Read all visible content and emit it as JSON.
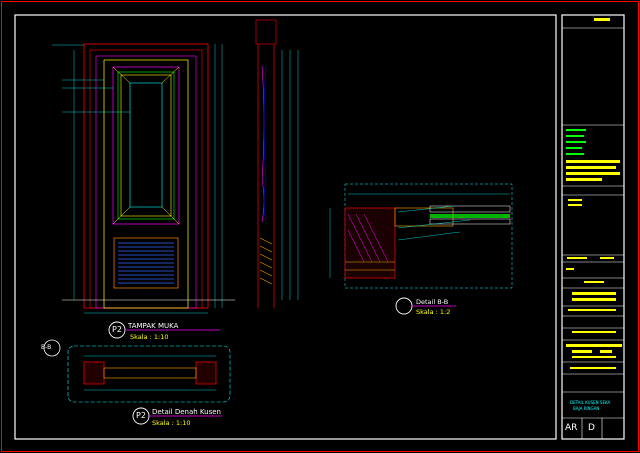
{
  "labels": {
    "tampak_id": "P2",
    "tampak_title": "TAMPAK MUKA",
    "tampak_scale": "Skala : 1:10",
    "denah_id": "P2",
    "denah_title": "Detail Denah Kusen",
    "denah_scale": "Skala : 1:10",
    "bb_title": "Detail B-B",
    "bb_scale": "Skala : 1:2",
    "bb_marker": "B-B"
  },
  "title_block": {
    "drawing_title": "DETAIL KUSEN SEKA",
    "drawing_sub": "BAJA RINGAN",
    "code_left": "AR",
    "code_right": "D"
  },
  "colors": {
    "border": "#ff0000",
    "frame": "#ffffff",
    "accent": "#ffff00",
    "cyan": "#00ffff",
    "green": "#00ff00",
    "magenta": "#ff00ff",
    "blue": "#0000ff"
  }
}
